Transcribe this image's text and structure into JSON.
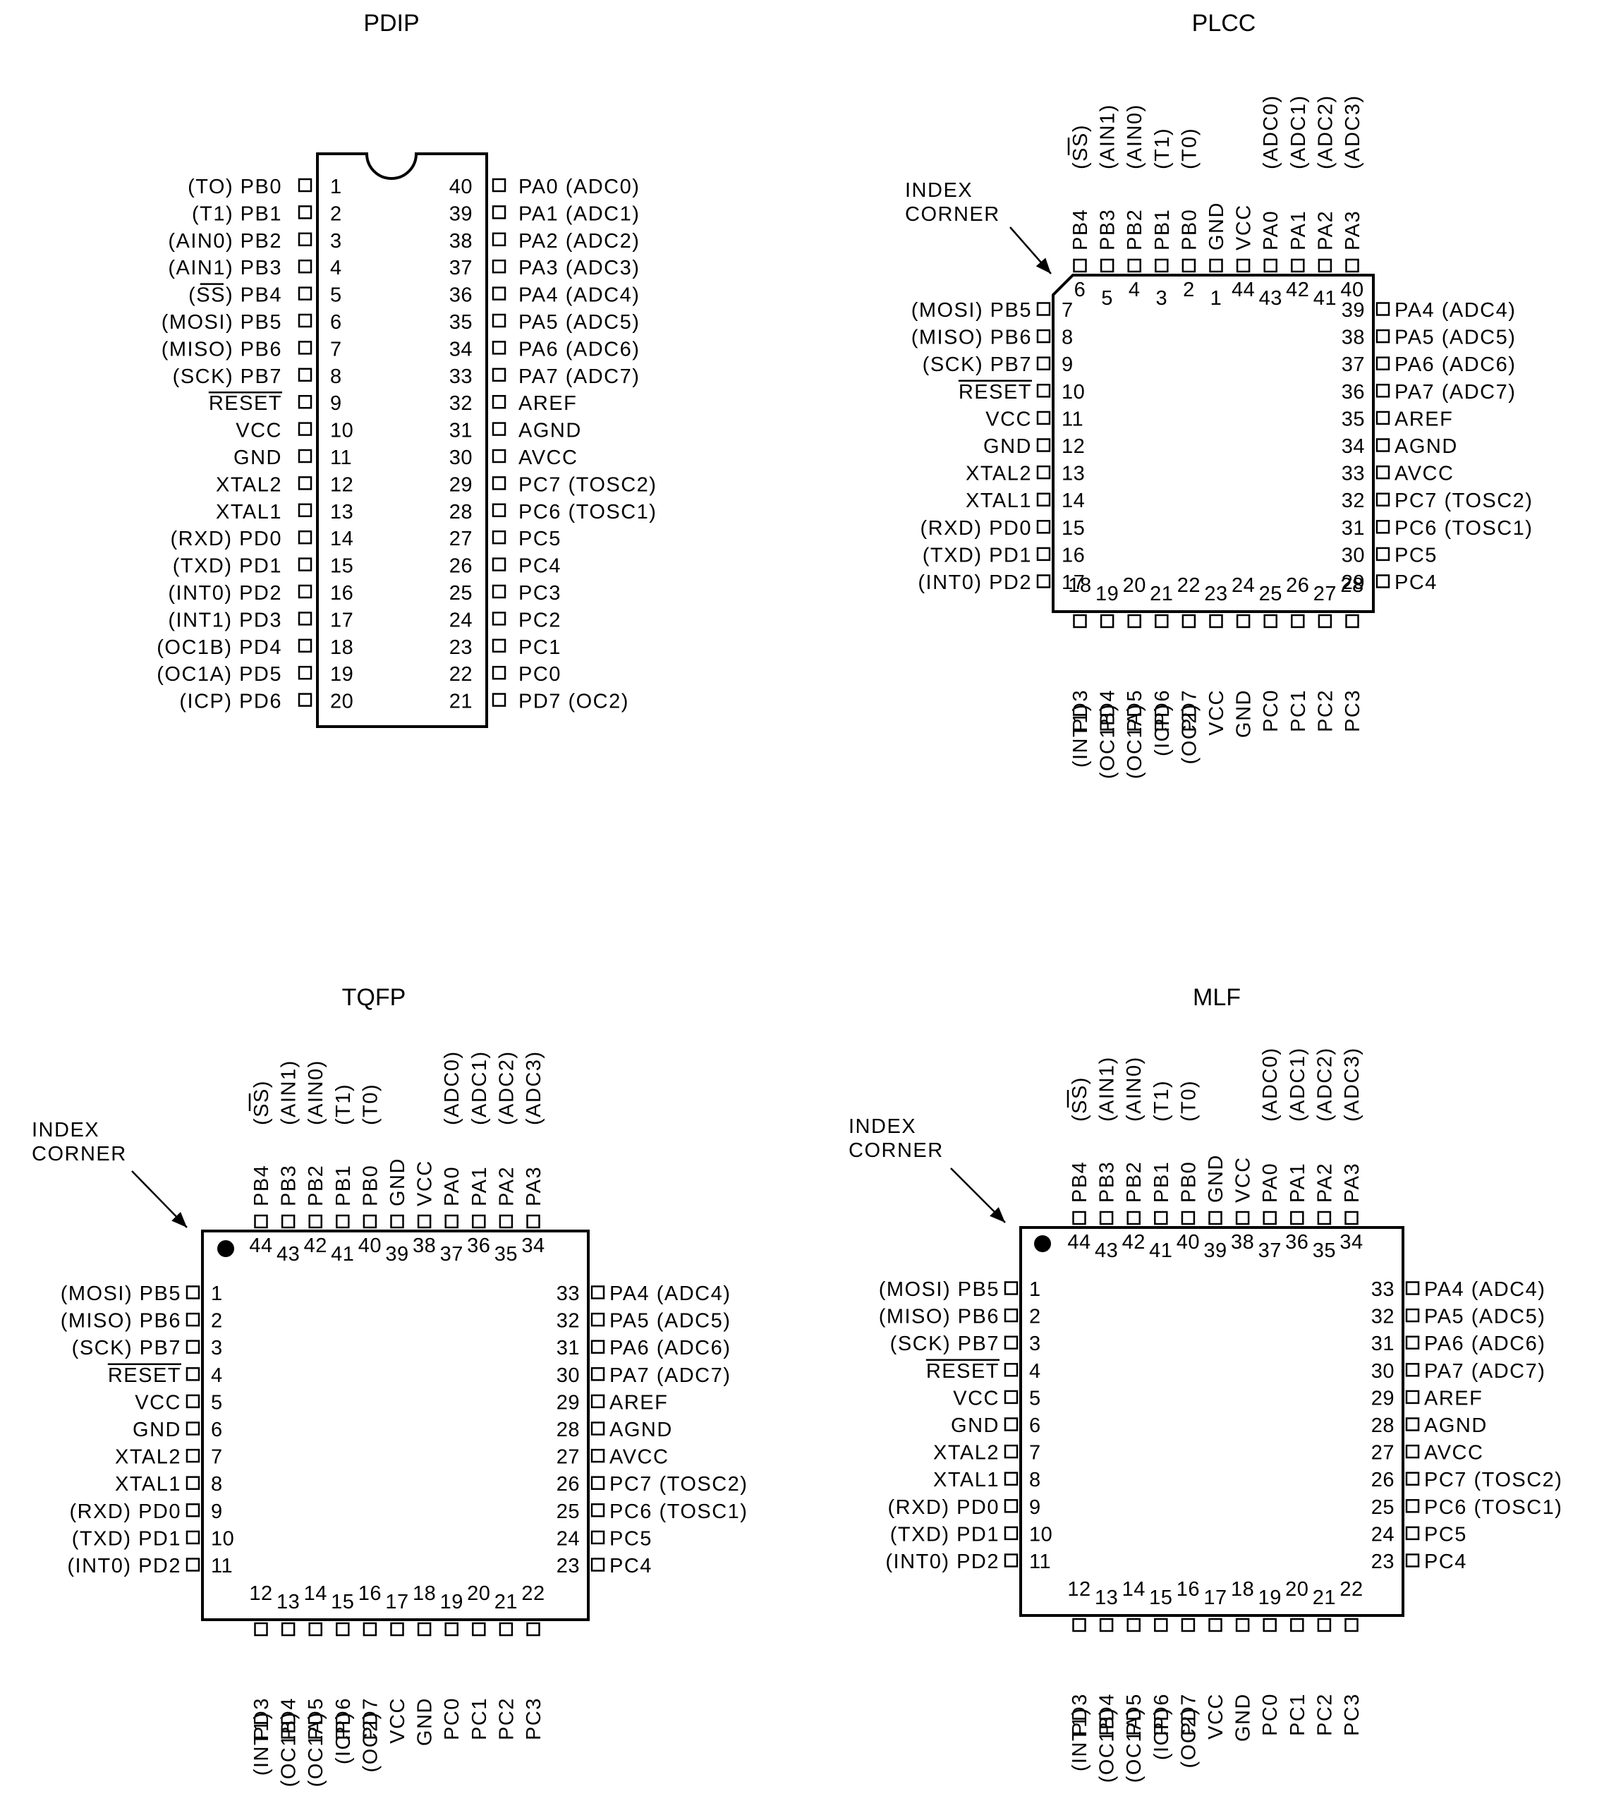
{
  "packages": {
    "pdip": {
      "title": "PDIP",
      "pin_numbers": [
        "1",
        "2",
        "3",
        "4",
        "5",
        "6",
        "7",
        "8",
        "9",
        "10",
        "11",
        "12",
        "13",
        "14",
        "15",
        "16",
        "17",
        "18",
        "19",
        "20",
        "21",
        "22",
        "23",
        "24",
        "25",
        "26",
        "27",
        "28",
        "29",
        "30",
        "31",
        "32",
        "33",
        "34",
        "35",
        "36",
        "37",
        "38",
        "39",
        "40"
      ],
      "left_labels": [
        "(TO) PB0",
        "(T1) PB1",
        "(AIN0) PB2",
        "(AIN1) PB3",
        "(SS) PB4",
        "(MOSI) PB5",
        "(MISO) PB6",
        "(SCK) PB7",
        "RESET",
        "VCC",
        "GND",
        "XTAL2",
        "XTAL1",
        "(RXD) PD0",
        "(TXD) PD1",
        "(INT0) PD2",
        "(INT1) PD3",
        "(OC1B) PD4",
        "(OC1A) PD5",
        "(ICP) PD6"
      ],
      "right_labels": [
        "PA0 (ADC0)",
        "PA1 (ADC1)",
        "PA2 (ADC2)",
        "PA3 (ADC3)",
        "PA4 (ADC4)",
        "PA5 (ADC5)",
        "PA6 (ADC6)",
        "PA7 (ADC7)",
        "AREF",
        "AGND",
        "AVCC",
        "PC7 (TOSC2)",
        "PC6 (TOSC1)",
        "PC5",
        "PC4",
        "PC3",
        "PC2",
        "PC1",
        "PC0",
        "PD7 (OC2)"
      ]
    },
    "plcc": {
      "title": "PLCC",
      "index_corner": [
        "INDEX",
        "CORNER"
      ],
      "top_numbers": [
        "6",
        "5",
        "4",
        "3",
        "2",
        "1",
        "44",
        "43",
        "42",
        "41",
        "40"
      ],
      "top_names": [
        "PB4",
        "PB3",
        "PB2",
        "PB1",
        "PB0",
        "GND",
        "VCC",
        "PA0",
        "PA1",
        "PA2",
        "PA3"
      ],
      "top_functions": [
        "(SS)",
        "(AIN1)",
        "(AIN0)",
        "(T1)",
        "(T0)",
        "",
        "",
        "(ADC0)",
        "(ADC1)",
        "(ADC2)",
        "(ADC3)"
      ],
      "left_numbers": [
        "7",
        "8",
        "9",
        "10",
        "11",
        "12",
        "13",
        "14",
        "15",
        "16",
        "17"
      ],
      "left_labels": [
        "(MOSI) PB5",
        "(MISO) PB6",
        "(SCK) PB7",
        "RESET",
        "VCC",
        "GND",
        "XTAL2",
        "XTAL1",
        "(RXD) PD0",
        "(TXD) PD1",
        "(INT0) PD2"
      ],
      "right_numbers": [
        "39",
        "38",
        "37",
        "36",
        "35",
        "34",
        "33",
        "32",
        "31",
        "30",
        "29"
      ],
      "right_labels": [
        "PA4 (ADC4)",
        "PA5 (ADC5)",
        "PA6 (ADC6)",
        "PA7 (ADC7)",
        "AREF",
        "AGND",
        "AVCC",
        "PC7 (TOSC2)",
        "PC6 (TOSC1)",
        "PC5",
        "PC4"
      ],
      "bottom_numbers": [
        "18",
        "19",
        "20",
        "21",
        "22",
        "23",
        "24",
        "25",
        "26",
        "27",
        "28"
      ],
      "bottom_names": [
        "PD3",
        "PD4",
        "PD5",
        "PD6",
        "PD7",
        "VCC",
        "GND",
        "PC0",
        "PC1",
        "PC2",
        "PC3"
      ],
      "bottom_functions": [
        "(INT1)",
        "(OC1B)",
        "(OC1A)",
        "(ICP)",
        "(OC2)",
        "",
        "",
        "",
        "",
        "",
        ""
      ]
    },
    "tqfp": {
      "title": "TQFP",
      "index_corner": [
        "INDEX",
        "CORNER"
      ],
      "top_numbers": [
        "44",
        "43",
        "42",
        "41",
        "40",
        "39",
        "38",
        "37",
        "36",
        "35",
        "34"
      ],
      "top_names": [
        "PB4",
        "PB3",
        "PB2",
        "PB1",
        "PB0",
        "GND",
        "VCC",
        "PA0",
        "PA1",
        "PA2",
        "PA3"
      ],
      "top_functions": [
        "(SS)",
        "(AIN1)",
        "(AIN0)",
        "(T1)",
        "(T0)",
        "",
        "",
        "(ADC0)",
        "(ADC1)",
        "(ADC2)",
        "(ADC3)"
      ],
      "left_numbers": [
        "1",
        "2",
        "3",
        "4",
        "5",
        "6",
        "7",
        "8",
        "9",
        "10",
        "11"
      ],
      "left_labels": [
        "(MOSI) PB5",
        "(MISO) PB6",
        "(SCK) PB7",
        "RESET",
        "VCC",
        "GND",
        "XTAL2",
        "XTAL1",
        "(RXD) PD0",
        "(TXD) PD1",
        "(INT0) PD2"
      ],
      "right_numbers": [
        "33",
        "32",
        "31",
        "30",
        "29",
        "28",
        "27",
        "26",
        "25",
        "24",
        "23"
      ],
      "right_labels": [
        "PA4 (ADC4)",
        "PA5 (ADC5)",
        "PA6 (ADC6)",
        "PA7 (ADC7)",
        "AREF",
        "AGND",
        "AVCC",
        "PC7 (TOSC2)",
        "PC6 (TOSC1)",
        "PC5",
        "PC4"
      ],
      "bottom_numbers": [
        "12",
        "13",
        "14",
        "15",
        "16",
        "17",
        "18",
        "19",
        "20",
        "21",
        "22"
      ],
      "bottom_names": [
        "PD3",
        "PD4",
        "PD5",
        "PD6",
        "PD7",
        "VCC",
        "GND",
        "PC0",
        "PC1",
        "PC2",
        "PC3"
      ],
      "bottom_functions": [
        "(INT1)",
        "(OC1B)",
        "(OC1A)",
        "(ICP)",
        "(OC2)",
        "",
        "",
        "",
        "",
        "",
        ""
      ]
    },
    "mlf": {
      "title": "MLF",
      "index_corner": [
        "INDEX",
        "CORNER"
      ],
      "top_numbers": [
        "44",
        "43",
        "42",
        "41",
        "40",
        "39",
        "38",
        "37",
        "36",
        "35",
        "34"
      ],
      "top_names": [
        "PB4",
        "PB3",
        "PB2",
        "PB1",
        "PB0",
        "GND",
        "VCC",
        "PA0",
        "PA1",
        "PA2",
        "PA3"
      ],
      "top_functions": [
        "(SS)",
        "(AIN1)",
        "(AIN0)",
        "(T1)",
        "(T0)",
        "",
        "",
        "(ADC0)",
        "(ADC1)",
        "(ADC2)",
        "(ADC3)"
      ],
      "left_numbers": [
        "1",
        "2",
        "3",
        "4",
        "5",
        "6",
        "7",
        "8",
        "9",
        "10",
        "11"
      ],
      "left_labels": [
        "(MOSI) PB5",
        "(MISO) PB6",
        "(SCK) PB7",
        "RESET",
        "VCC",
        "GND",
        "XTAL2",
        "XTAL1",
        "(RXD) PD0",
        "(TXD) PD1",
        "(INT0) PD2"
      ],
      "right_numbers": [
        "33",
        "32",
        "31",
        "30",
        "29",
        "28",
        "27",
        "26",
        "25",
        "24",
        "23"
      ],
      "right_labels": [
        "PA4 (ADC4)",
        "PA5 (ADC5)",
        "PA6 (ADC6)",
        "PA7 (ADC7)",
        "AREF",
        "AGND",
        "AVCC",
        "PC7 (TOSC2)",
        "PC6 (TOSC1)",
        "PC5",
        "PC4"
      ],
      "bottom_numbers": [
        "12",
        "13",
        "14",
        "15",
        "16",
        "17",
        "18",
        "19",
        "20",
        "21",
        "22"
      ],
      "bottom_names": [
        "PD3",
        "PD4",
        "PD5",
        "PD6",
        "PD7",
        "VCC",
        "GND",
        "PC0",
        "PC1",
        "PC2",
        "PC3"
      ],
      "bottom_functions": [
        "(INT1)",
        "(OC1B)",
        "(OC1A)",
        "(ICP)",
        "(OC2)",
        "",
        "",
        "",
        "",
        "",
        ""
      ]
    }
  }
}
